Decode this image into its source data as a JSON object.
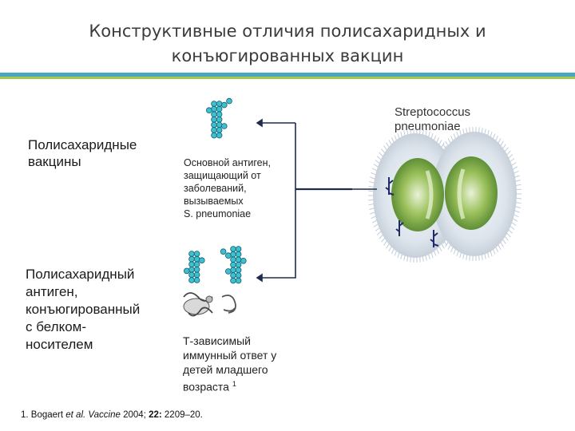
{
  "title": {
    "line1": "Конструктивные отличия  полисахаридных и",
    "line2": "конъюгированных вакцин"
  },
  "labels": {
    "polysaccharide_vaccines": [
      "Полисахаридные",
      "вакцины"
    ],
    "conjugate_antigen": [
      "Полисахаридный",
      "антиген,",
      "конъюгированный",
      "с белком-",
      "носителем"
    ],
    "species": [
      "Streptococcus",
      "pneumoniae"
    ]
  },
  "notes": {
    "main_antigen": [
      "Основной антиген,",
      "защищающий от",
      "заболеваний,",
      "вызываемых",
      "S. pneumoniae"
    ],
    "t_dependent": [
      "Т-зависимый",
      "иммунный ответ у",
      "детей младшего",
      "возраста"
    ],
    "t_dependent_sup": "1"
  },
  "reference": {
    "prefix": "1. Bogaert ",
    "etal": "et al.",
    "journal": "Vaccine",
    "year": " 2004; ",
    "volume": "22:",
    "pages": " 2209–20."
  },
  "colors": {
    "bead_fill": "#3fc0cf",
    "bead_stroke": "#0e5d6e",
    "rule_blue": "#4aa7c4",
    "rule_green": "#a3c94a",
    "cell_green": "#7fae4a",
    "arrow": "#1e2d4a"
  },
  "icons": [
    "polysaccharide-chain-icon",
    "carrier-protein-icon",
    "bacterium-image",
    "arrow-icon"
  ]
}
